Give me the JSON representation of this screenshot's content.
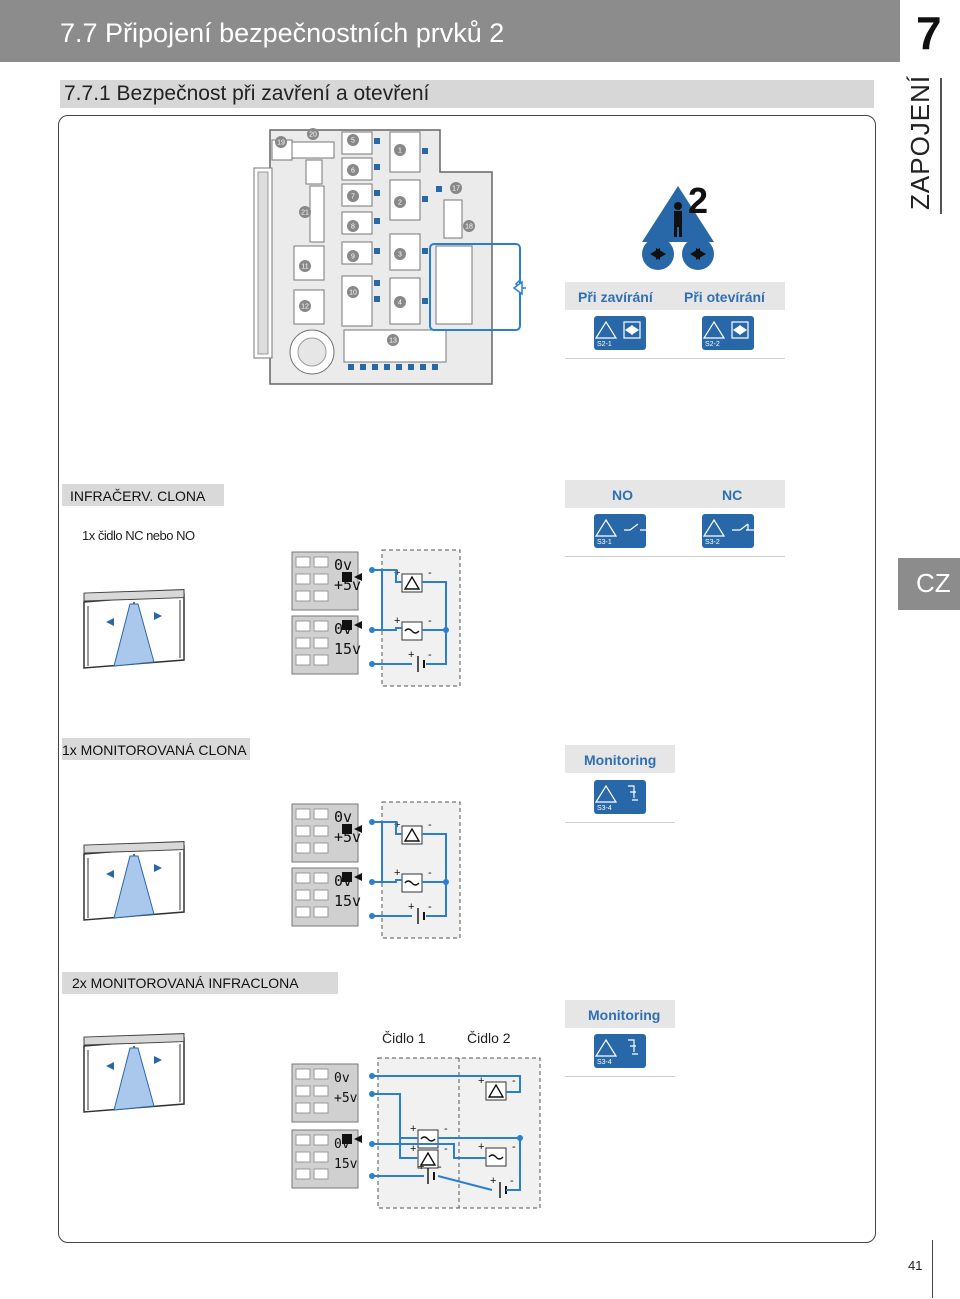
{
  "header": {
    "title": "7.7 Připojení bezpečnostních prvků 2",
    "chapter": "7"
  },
  "section": {
    "title": "7.7.1 Bezpečnost při zavření a otevření"
  },
  "side": {
    "vertical_label": "ZAPOJENÍ",
    "language_tab": "CZ"
  },
  "page": {
    "number": "41"
  },
  "board": {
    "labels": [
      "19",
      "20",
      "5",
      "1",
      "6",
      "7",
      "21",
      "2",
      "17",
      "8",
      "18",
      "9",
      "3",
      "11",
      "10",
      "12",
      "4",
      "13"
    ]
  },
  "sensor_icon": {
    "number": "2"
  },
  "table_closing": {
    "headers": [
      "Při zavírání",
      "Při otevírání"
    ],
    "codes": [
      "S2-1",
      "S2-2"
    ]
  },
  "infrared": {
    "title": "INFRAČERV. CLONA",
    "subtitle": "1x čidlo NC nebo NO",
    "headers": [
      "NO",
      "NC"
    ],
    "codes": [
      "S3-1",
      "S3-2"
    ],
    "terminals": [
      "0v",
      "+5v",
      "0v",
      "15v"
    ]
  },
  "monitored": {
    "title": "1x MONITOROVANÁ CLONA",
    "header": "Monitoring",
    "code": "S3-4",
    "terminals": [
      "0v",
      "+5v",
      "0v",
      "15v"
    ]
  },
  "monitored2": {
    "title": "2x MONITOROVANÁ INFRACLONA",
    "header": "Monitoring",
    "code": "S3-4",
    "sensor1": "Čidlo 1",
    "sensor2": "Čidlo 2",
    "terminals": [
      "0v",
      "+5v",
      "0v",
      "15v"
    ]
  },
  "colors": {
    "header_gray": "#8c8c8c",
    "accent_blue": "#2968a8",
    "wire_blue": "#2a7fd0"
  }
}
